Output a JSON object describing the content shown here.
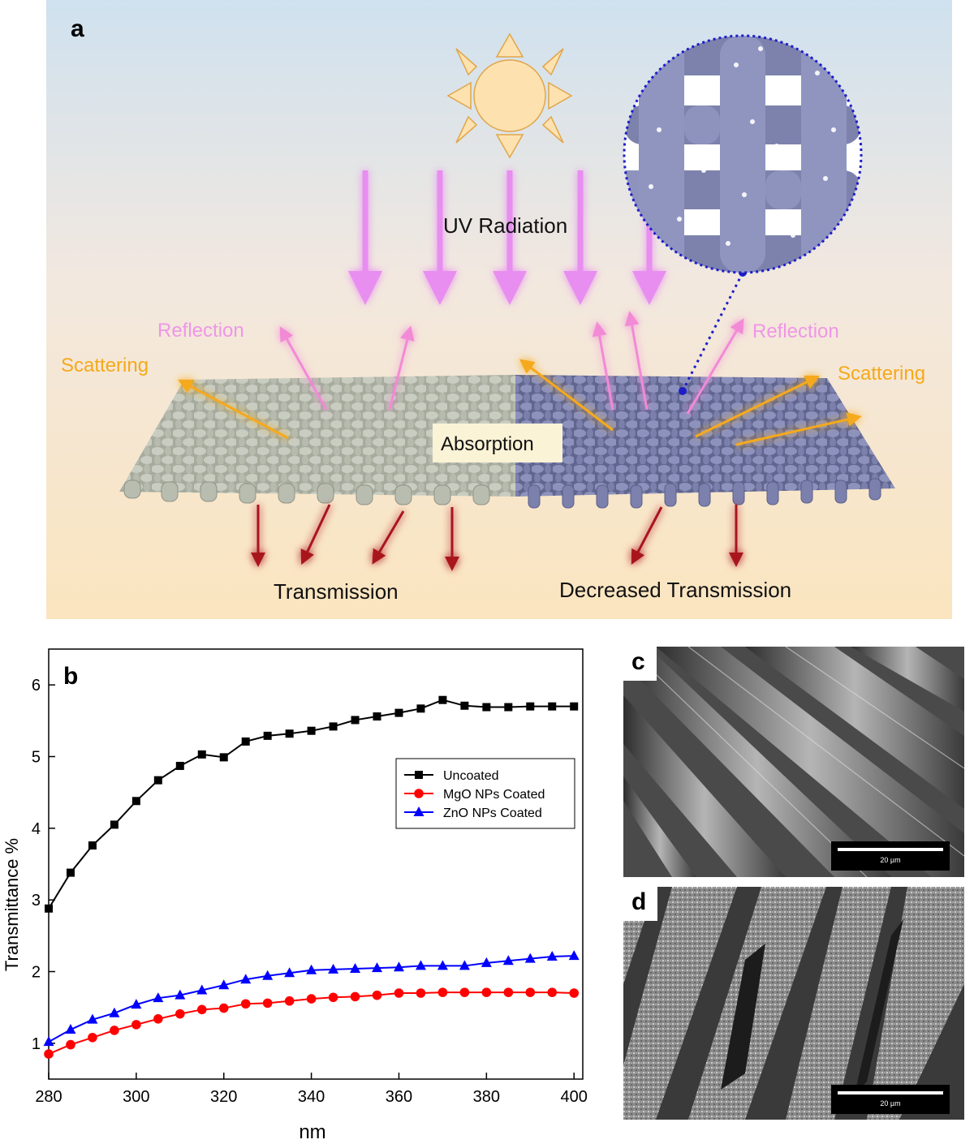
{
  "panel_a": {
    "letter": "a",
    "uv_label": "UV Radiation",
    "reflection_left": "Reflection",
    "reflection_right": "Reflection",
    "scattering_left": "Scattering",
    "scattering_right": "Scattering",
    "absorption": "Absorption",
    "transmission": "Transmission",
    "decreased_transmission": "Decreased Transmission",
    "colors": {
      "uv": "#e88ef0",
      "reflection": "#f28ad6",
      "scattering": "#f5a91a",
      "transmission": "#a8141e",
      "uncoated_fabric": "#b8bdb0",
      "coated_fabric": "#7b80ad"
    }
  },
  "panel_b": {
    "letter": "b",
    "chart_data": {
      "type": "line",
      "xlabel": "nm",
      "ylabel": "Transmittance %",
      "xlim": [
        280,
        402
      ],
      "ylim": [
        0.5,
        6.5
      ],
      "xticks": [
        280,
        300,
        320,
        340,
        360,
        380,
        400
      ],
      "yticks": [
        1,
        2,
        3,
        4,
        5,
        6
      ],
      "legend_position": "right-middle",
      "grid": false,
      "x": [
        280,
        285,
        290,
        295,
        300,
        305,
        310,
        315,
        320,
        325,
        330,
        335,
        340,
        345,
        350,
        355,
        360,
        365,
        370,
        375,
        380,
        385,
        390,
        395,
        400
      ],
      "series": [
        {
          "name": "Uncoated",
          "color": "#000000",
          "marker": "square",
          "values": [
            2.88,
            3.38,
            3.76,
            4.05,
            4.38,
            4.67,
            4.87,
            5.03,
            4.99,
            5.21,
            5.29,
            5.32,
            5.36,
            5.42,
            5.51,
            5.56,
            5.61,
            5.67,
            5.79,
            5.71,
            5.69,
            5.69,
            5.7,
            5.7,
            5.7
          ]
        },
        {
          "name": "MgO NPs Coated",
          "color": "#ff0000",
          "marker": "circle",
          "values": [
            0.85,
            0.98,
            1.08,
            1.18,
            1.26,
            1.34,
            1.41,
            1.47,
            1.49,
            1.55,
            1.56,
            1.59,
            1.62,
            1.64,
            1.65,
            1.67,
            1.7,
            1.7,
            1.71,
            1.71,
            1.71,
            1.71,
            1.71,
            1.71,
            1.7
          ]
        },
        {
          "name": "ZnO NPs Coated",
          "color": "#0000ff",
          "marker": "triangle",
          "values": [
            1.02,
            1.19,
            1.33,
            1.42,
            1.54,
            1.63,
            1.67,
            1.74,
            1.81,
            1.89,
            1.94,
            1.98,
            2.02,
            2.03,
            2.04,
            2.05,
            2.06,
            2.08,
            2.08,
            2.08,
            2.12,
            2.15,
            2.18,
            2.21,
            2.22
          ]
        }
      ]
    }
  },
  "panel_c": {
    "letter": "c",
    "scale_label": "20 µm"
  },
  "panel_d": {
    "letter": "d",
    "scale_label": "20 µm"
  }
}
